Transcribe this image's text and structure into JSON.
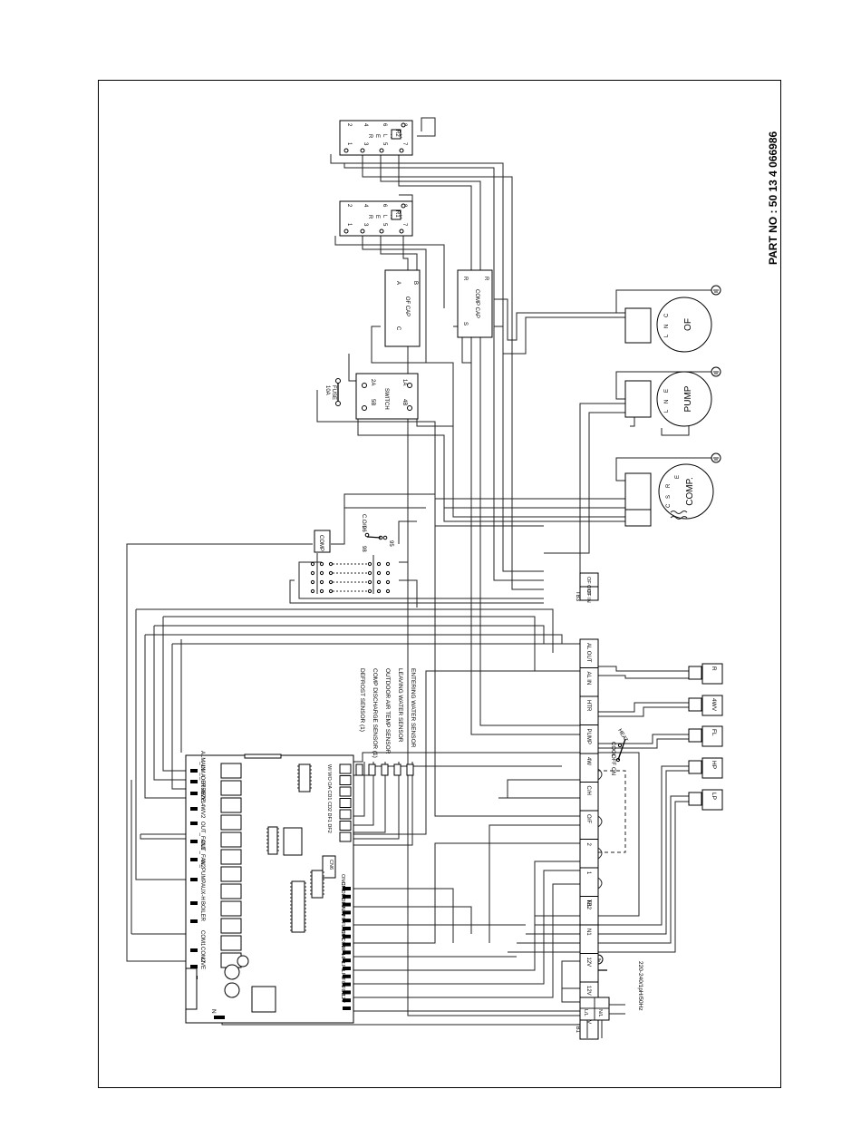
{
  "part_no": "PART NO : 50 13 4 066986",
  "relays": [
    {
      "id": "R2",
      "terminals": [
        "1",
        "3",
        "5",
        "7"
      ],
      "upper_terminals": [
        "2",
        "4",
        "6",
        "8"
      ],
      "label": [
        "R",
        "E",
        "L",
        "A",
        "Y"
      ]
    },
    {
      "id": "R1",
      "terminals": [
        "1",
        "3",
        "5",
        "7"
      ],
      "upper_terminals": [
        "2",
        "4",
        "6",
        "8"
      ],
      "label": [
        "R",
        "E",
        "L",
        "A",
        "Y"
      ]
    }
  ],
  "of_cap": {
    "label": "OF CAP",
    "terminals": [
      "C",
      "A",
      "B"
    ]
  },
  "comp_cap": {
    "label": "COMP CAP",
    "terminals": [
      "S",
      "R",
      "R"
    ]
  },
  "fuse": {
    "label": "FUSE",
    "rating": "10A"
  },
  "switch": {
    "label": "SWITCH",
    "terminals": [
      "5B",
      "2A",
      "4B",
      "1A"
    ]
  },
  "col": {
    "label": "C.O/L",
    "terminals": [
      "96",
      "98",
      "95"
    ]
  },
  "comp_box": "COMP",
  "motors": [
    {
      "label": "OF",
      "terminals": [
        "L",
        "N",
        "C"
      ]
    },
    {
      "label": "PUMP",
      "terminals": [
        "L",
        "N",
        "E"
      ]
    },
    {
      "label": "COMP.",
      "terminals": [
        "C",
        "S",
        "R",
        "E"
      ]
    }
  ],
  "tb3": {
    "label": "TB3",
    "terminals": [
      "OF IN",
      "OF OUT"
    ]
  },
  "tb2": {
    "label": "TB2",
    "terminals": [
      "12V",
      "12V",
      "12V",
      "N1",
      "N1",
      "1",
      "2",
      "O/F",
      "C/H",
      "4W",
      "PUMP",
      "HTR",
      "AL IN",
      "AL OUT"
    ]
  },
  "mode_switch": {
    "off": "OFF",
    "on": "ON",
    "heat": "HEAT",
    "cool": "COOL"
  },
  "external_devices": [
    "LP",
    "HP",
    "FL",
    "4WV",
    "R"
  ],
  "tb1": {
    "label": "TB1",
    "terminals": [
      "L/L",
      "N/L"
    ],
    "supply": "220-240/1pH/50Hz"
  },
  "sensors": [
    "DEFROST SENSOR (1)",
    "COMP DISCHARGE SENSOR (1)",
    "OUTDOOR AIR TEMP SENSOR",
    "LEAVING WATER SENSOR",
    "ENTERING WATER SENSOR"
  ],
  "sensor_header": "WI WO OA CD1 CD2 DF1 DF2",
  "cn6": "CN6",
  "pcb_outputs": [
    "ALM_IN",
    "ALM_OUT",
    "A_FREEZE",
    "4WV1",
    "4WV2",
    "OUT_FAN1",
    "OUT_FAN2",
    "W_PUMP",
    "AUX-H",
    "BOILER",
    "COM1",
    "COM2",
    "LIVE"
  ],
  "pcb_inputs": [
    "ONOFF",
    "C/H",
    "DE1",
    "DE2",
    "ALM",
    "PO",
    "FLOW",
    "CO1",
    "CO2",
    "HP1",
    "HP2",
    "LP1",
    "LP2",
    "FO1",
    "FO2",
    "12V"
  ],
  "pcb_neutral": "N"
}
